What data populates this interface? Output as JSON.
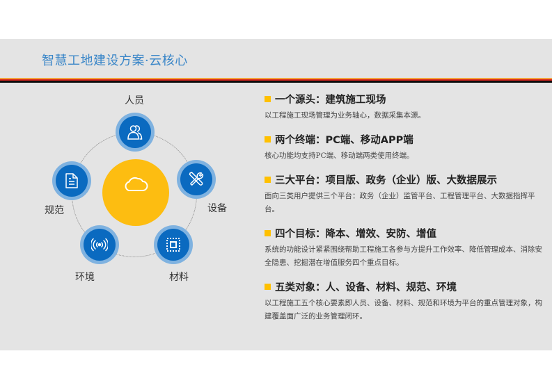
{
  "slide": {
    "title": "智慧工地建设方案·云核心",
    "accent_colors": {
      "title": "#3a86c8",
      "bullet": "#ffc000",
      "core": "#fdbd11",
      "node": "#0a6ac0",
      "node_ring": "#7fb2e0",
      "stripe": [
        "#f3a13c",
        "#d7261e",
        "#0d0d0d"
      ]
    }
  },
  "diagram": {
    "core_icon": "cloud-icon",
    "nodes": [
      {
        "label": "人员",
        "icon": "people-icon"
      },
      {
        "label": "设备",
        "icon": "tools-icon"
      },
      {
        "label": "材料",
        "icon": "chip-icon"
      },
      {
        "label": "环境",
        "icon": "wireless-icon"
      },
      {
        "label": "规范",
        "icon": "document-icon"
      }
    ]
  },
  "points": [
    {
      "heading": "一个源头：建筑施工现场",
      "body": "以工程施工现场管理为业务轴心，数据采集本源。"
    },
    {
      "heading": "两个终端：PC端、移动APP端",
      "body": "核心功能均支持PC端、移动端两类使用终端。"
    },
    {
      "heading": "三大平台：项目版、政务（企业）版、大数据展示",
      "body": "面向三类用户提供三个平台：政务（企业）监管平台、工程管理平台、大数据指挥平台。"
    },
    {
      "heading": "四个目标：降本、增效、安防、增值",
      "body": "系统的功能设计紧紧围绕帮助工程施工各参与方提升工作效率、降低管理成本、消除安全隐患、挖掘潜在增值服务四个重点目标。"
    },
    {
      "heading": "五类对象：人、设备、材料、规范、环境",
      "body": "以工程施工五个核心要素即人员、设备、材料、规范和环境为平台的重点管理对象，构建覆盖面广泛的业务管理闭环。"
    }
  ]
}
